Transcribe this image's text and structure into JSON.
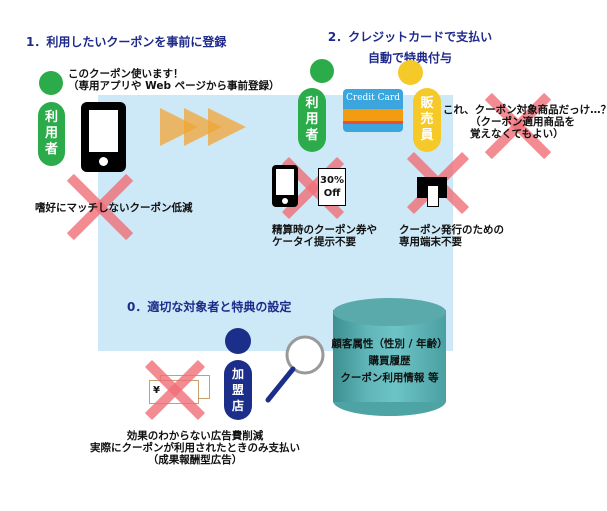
{
  "colors": {
    "panel": "#cde8f6",
    "title": "#1f2a8a",
    "user": "#2bab4a",
    "clerk": "#f5c928",
    "merchant": "#1b2f8a",
    "cross": "#f06e78",
    "arrow": "#f0a535",
    "database": "#5fb5b7"
  },
  "step1": {
    "title": "1．利用したいクーポンを事前に登録",
    "speech_line1": "このクーポン使います！",
    "speech_line2": "（専用アプリや Web ページから事前登録）",
    "user_label": [
      "利",
      "用",
      "者"
    ],
    "crossed_note": "嗜好にマッチしないクーポン低減",
    "icons": [
      "person-icon",
      "smartphone-icon",
      "forward-arrows-icon",
      "cross-icon"
    ]
  },
  "step2": {
    "title_line1": "2．クレジットカードで支払い",
    "title_line2": "自動で特典付与",
    "user_label": [
      "利",
      "用",
      "者"
    ],
    "clerk_label": [
      "販",
      "売",
      "員"
    ],
    "card_label": "Credit Card",
    "clerk_thought_line1": "これ、クーポン対象商品だっけ…？",
    "clerk_thought_line2": "（クーポン適用商品を",
    "clerk_thought_line3": "覚えなくてもよい）",
    "coupon_badge_line1": "30%",
    "coupon_badge_line2": "Off",
    "no_coupon_note_line1": "精算時のクーポン券や",
    "no_coupon_note_line2": "ケータイ提示不要",
    "no_terminal_note_line1": "クーポン発行のための",
    "no_terminal_note_line2": "専用端末不要"
  },
  "step0": {
    "title": "0．適切な対象者と特典の設定",
    "merchant_label": [
      "加",
      "盟",
      "店"
    ],
    "database_line1": "顧客属性（性別 / 年齢）",
    "database_line2": "購買履歴",
    "database_line3": "クーポン利用情報 等",
    "yen_symbol": "¥",
    "ad_note_line1": "効果のわからない広告費削減",
    "ad_note_line2": "実際にクーポンが利用されたときのみ支払い",
    "ad_note_line3": "（成果報酬型広告）"
  }
}
